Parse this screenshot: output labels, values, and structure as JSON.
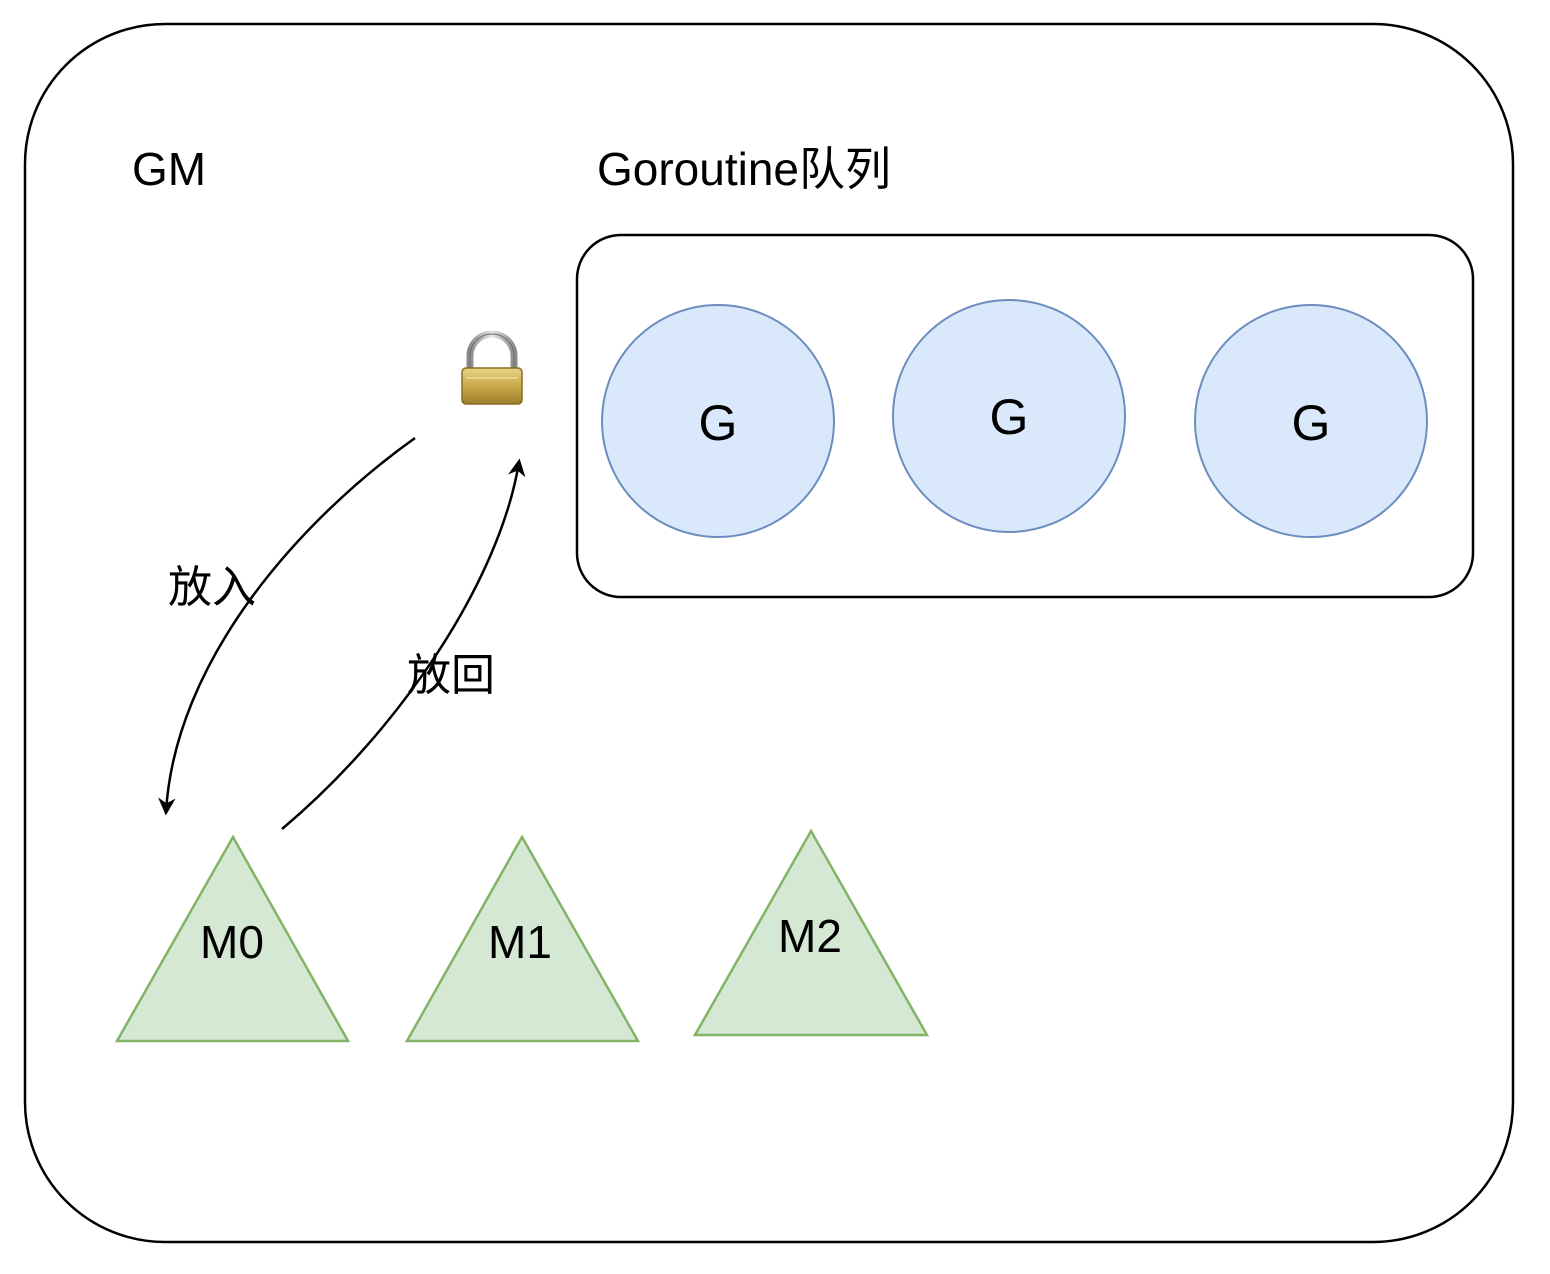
{
  "diagram": {
    "container_label": "GM",
    "queue_label": "Goroutine队列",
    "goroutines": [
      {
        "label": "G"
      },
      {
        "label": "G"
      },
      {
        "label": "G"
      }
    ],
    "threads": [
      {
        "label": "M0"
      },
      {
        "label": "M1"
      },
      {
        "label": "M2"
      }
    ],
    "edges": [
      {
        "label": "放入",
        "from": "lock",
        "to": "M0"
      },
      {
        "label": "放回",
        "from": "M0",
        "to": "lock"
      }
    ],
    "lock_icon": "lock-icon"
  },
  "colors": {
    "goroutine_fill": "#dae8fc",
    "goroutine_stroke": "#6c8ebf",
    "thread_fill": "#d5e8d4",
    "thread_stroke": "#82b366",
    "outline": "#000000"
  }
}
